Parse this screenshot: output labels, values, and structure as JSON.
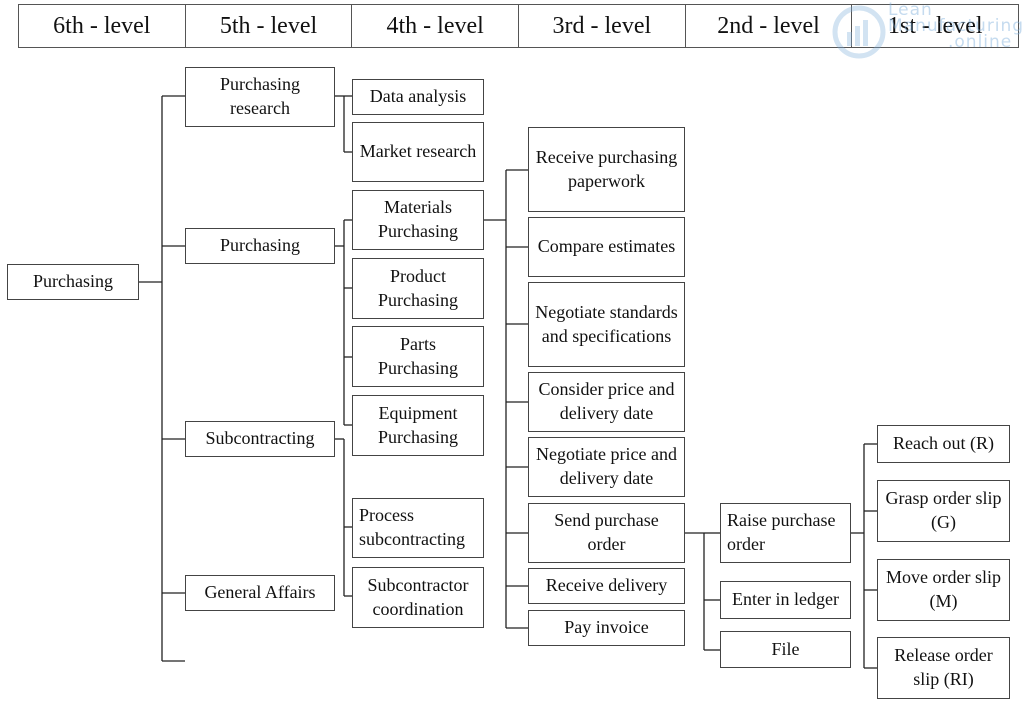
{
  "header": {
    "levels": [
      "6th - level",
      "5th - level",
      "4th - level",
      "3rd - level",
      "2nd - level",
      "1st - level"
    ]
  },
  "watermark": {
    "line1": "Lean",
    "line2": "Manufacturing",
    "line3": ".online",
    "color": "#7fb0dc"
  },
  "nodes": {
    "purchasing_root": "Purchasing",
    "purchasing_research": "Purchasing research",
    "purchasing": "Purchasing",
    "subcontracting": "Subcontracting",
    "general_affairs": "General Affairs",
    "data_analysis": "Data analysis",
    "market_research": "Market research",
    "materials_purchasing": "Materials Purchasing",
    "product_purchasing": "Product Purchasing",
    "parts_purchasing": "Parts Purchasing",
    "equipment_purchasing": "Equipment Purchasing",
    "process_subcontracting": "Process subcontracting",
    "subcontractor_coordination": "Subcontractor coordination",
    "receive_paperwork": "Receive purchasing paperwork",
    "compare_estimates": "Compare estimates",
    "negotiate_standards": "Negotiate standards and specifications",
    "consider_price": "Consider price and delivery date",
    "negotiate_price": "Negotiate price and delivery date",
    "send_purchase_order": "Send purchase order",
    "receive_delivery": "Receive delivery",
    "pay_invoice": "Pay invoice",
    "raise_purchase_order": "Raise purchase order",
    "enter_in_ledger": "Enter in ledger",
    "file": "File",
    "reach_out": "Reach out (R)",
    "grasp_order_slip": "Grasp order slip (G)",
    "move_order_slip": "Move order slip (M)",
    "release_order_slip": "Release order slip (RI)"
  }
}
